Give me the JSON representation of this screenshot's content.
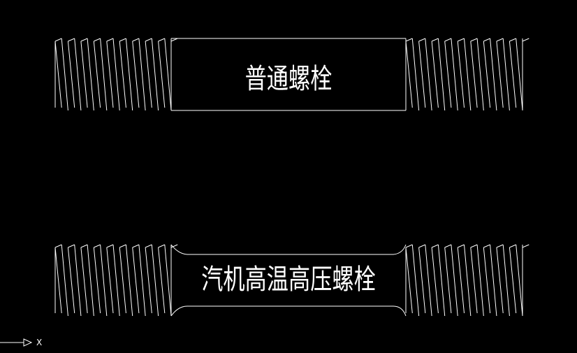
{
  "drawing": {
    "background_color": "#000000",
    "line_color": "#ffffff",
    "bolts": [
      {
        "id": "normal",
        "label": "普通螺栓",
        "body_style": "straight",
        "threads_per_end": 9
      },
      {
        "id": "hp",
        "label": "汽机高温高压螺栓",
        "body_style": "waisted",
        "threads_per_end": 9
      }
    ],
    "ucs": {
      "x_label": "X"
    }
  }
}
